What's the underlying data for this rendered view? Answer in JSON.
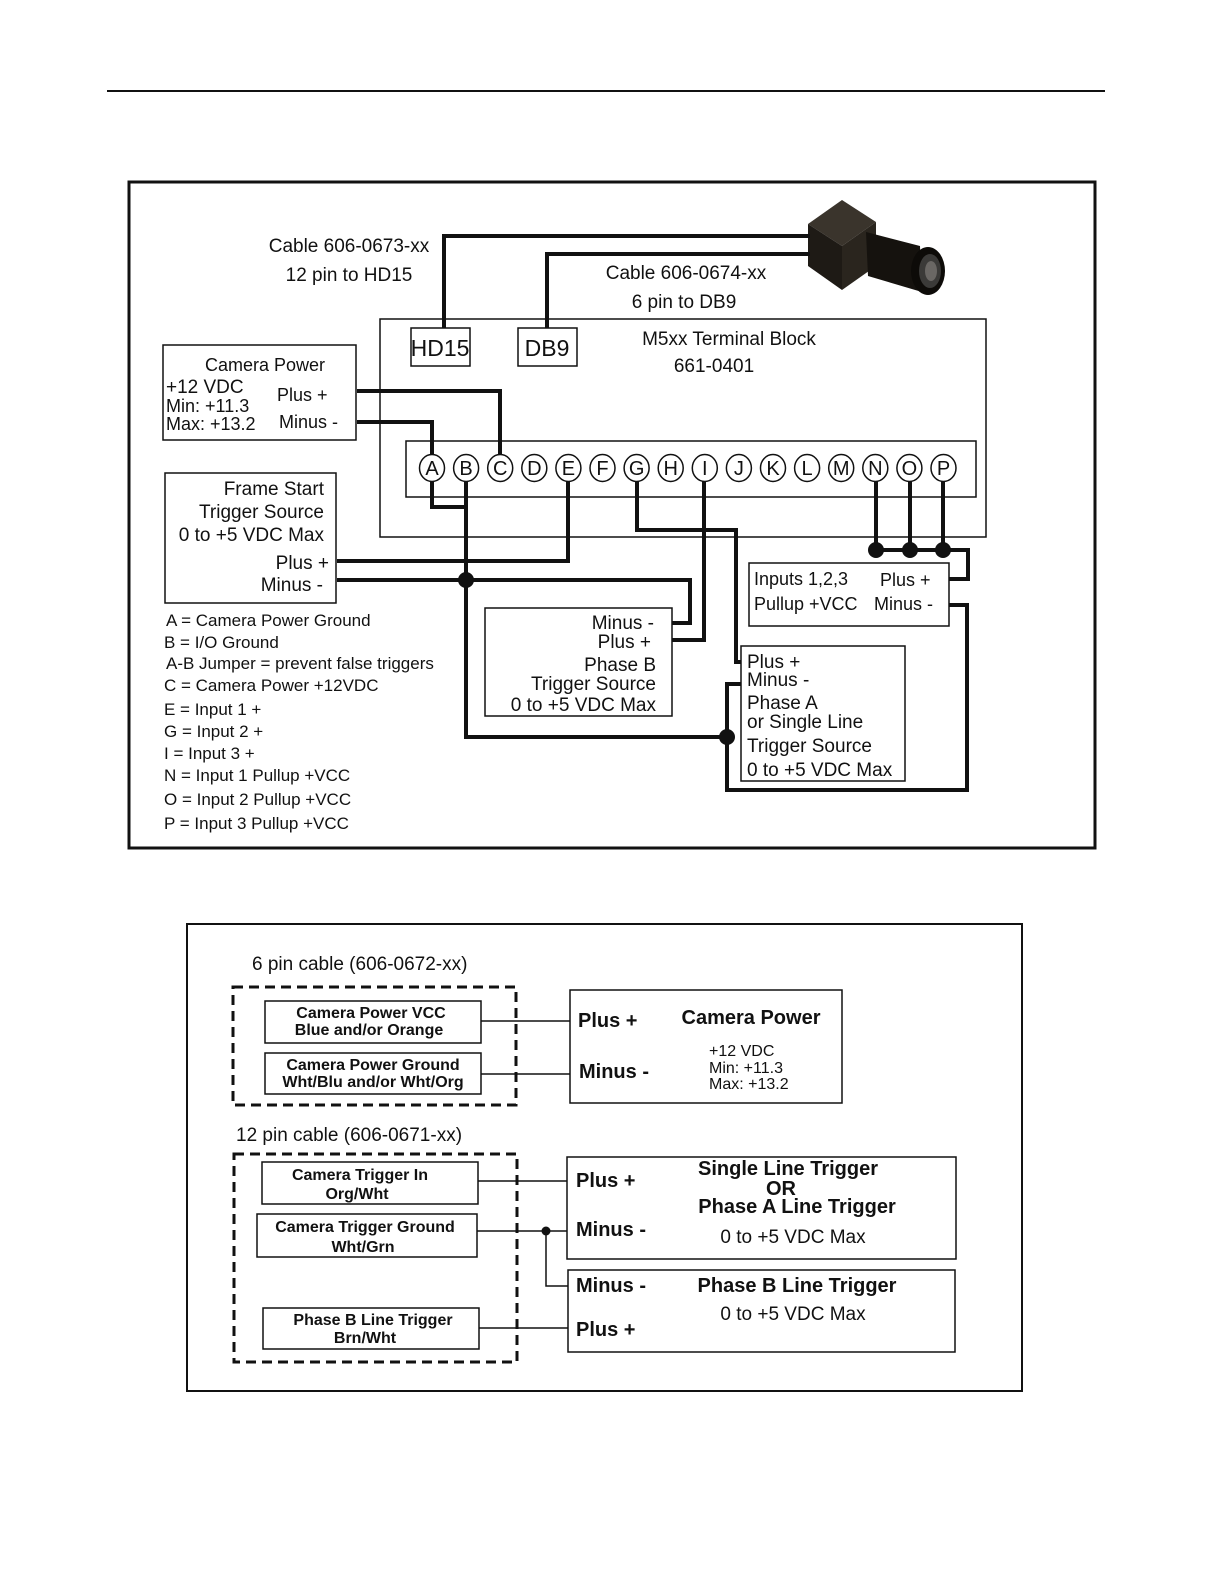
{
  "diagram1": {
    "cable1": {
      "line1": "Cable 606-0673-xx",
      "line2": "12 pin to HD15"
    },
    "cable2": {
      "line1": "Cable 606-0674-xx",
      "line2": "6 pin to DB9"
    },
    "terminal_block": {
      "title": "M5xx Terminal Block",
      "part": "661-0401"
    },
    "hd15": "HD15",
    "db9": "DB9",
    "camera_power": {
      "title": "Camera Power",
      "line1": "+12 VDC",
      "line2": "Min: +11.3",
      "line3": "Max: +13.2",
      "plus": "Plus +",
      "minus": "Minus -"
    },
    "terminals": [
      "A",
      "B",
      "C",
      "D",
      "E",
      "F",
      "G",
      "H",
      "I",
      "J",
      "K",
      "L",
      "M",
      "N",
      "O",
      "P"
    ],
    "frame_start": {
      "line1": "Frame Start",
      "line2": "Trigger Source",
      "line3": "0 to +5 VDC Max",
      "plus": "Plus +",
      "minus": "Minus -"
    },
    "legend": [
      "A = Camera Power Ground",
      "B = I/O Ground",
      "A-B Jumper = prevent false triggers",
      "C = Camera Power +12VDC",
      "E = Input 1 +",
      "G = Input 2 +",
      "I = Input 3 +",
      "N = Input 1 Pullup +VCC",
      "O = Input 2 Pullup +VCC",
      "P = Input 3 Pullup +VCC"
    ],
    "phase_b": {
      "minus": "Minus -",
      "plus": "Plus +",
      "line1": "Phase B",
      "line2": "Trigger Source",
      "line3": "0 to +5 VDC Max"
    },
    "inputs": {
      "line1": "Inputs 1,2,3",
      "line2": "Pullup +VCC",
      "plus": "Plus +",
      "minus": "Minus -"
    },
    "phase_a": {
      "plus": "Plus +",
      "minus": "Minus -",
      "line1": "Phase A",
      "line2": "or Single Line",
      "line3": "Trigger Source",
      "line4": "0 to +5 VDC Max"
    }
  },
  "diagram2": {
    "six_pin_title": "6 pin cable (606-0672-xx)",
    "power_vcc": {
      "line1": "Camera Power VCC",
      "line2": "Blue and/or Orange"
    },
    "power_gnd": {
      "line1": "Camera Power Ground",
      "line2": "Wht/Blu and/or Wht/Org"
    },
    "camera_power": {
      "plus": "Plus +",
      "minus": "Minus -",
      "title": "Camera Power",
      "line1": "+12 VDC",
      "line2": "Min: +11.3",
      "line3": "Max: +13.2"
    },
    "twelve_pin_title": "12 pin cable (606-0671-xx)",
    "trigger_in": {
      "line1": "Camera Trigger In",
      "line2": "Org/Wht"
    },
    "trigger_gnd": {
      "line1": "Camera Trigger Ground",
      "line2": "Wht/Grn"
    },
    "phase_b_wire": {
      "line1": "Phase B Line Trigger",
      "line2": "Brn/Wht"
    },
    "single_line": {
      "plus": "Plus +",
      "minus": "Minus -",
      "line1": "Single Line Trigger",
      "line2": "OR",
      "line3": "Phase A Line Trigger",
      "line4": "0 to +5 VDC Max"
    },
    "phase_b": {
      "minus": "Minus -",
      "plus": "Plus +",
      "line1": "Phase B Line Trigger",
      "line2": "0 to +5 VDC Max"
    }
  }
}
